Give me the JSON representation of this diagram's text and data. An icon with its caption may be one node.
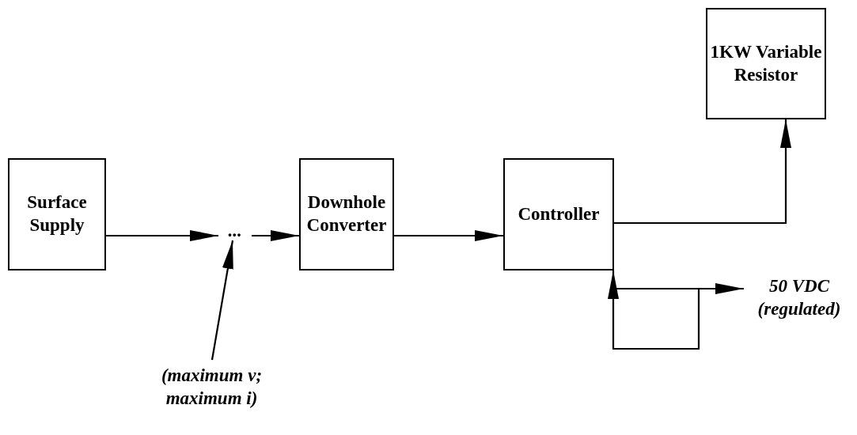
{
  "diagram": {
    "nodes": [
      {
        "text": [
          "Surface Supply"
        ]
      },
      {
        "text": [
          "..."
        ]
      },
      {
        "text": [
          "Downhole Converter"
        ]
      },
      {
        "text": [
          "Controller"
        ]
      },
      {
        "text": [
          "1KW Variable Resistor"
        ]
      },
      {
        "text": [
          "50 VDC (regulated)"
        ]
      },
      {
        "text": [
          "(maximum v; maximum i)"
        ]
      }
    ],
    "edges": [
      {
        "from": 0,
        "to": 1,
        "arrow": "to"
      },
      {
        "from": 1,
        "to": 2,
        "arrow": "to"
      },
      {
        "from": 2,
        "to": 3,
        "arrow": "to"
      },
      {
        "from": 3,
        "to": 4,
        "arrow": "to"
      },
      {
        "from": 3,
        "to": 5,
        "arrow": "to"
      },
      {
        "from": 3,
        "to": 3,
        "arrow": "to"
      },
      {
        "from": 6,
        "to": 1,
        "arrow": "to"
      }
    ]
  }
}
